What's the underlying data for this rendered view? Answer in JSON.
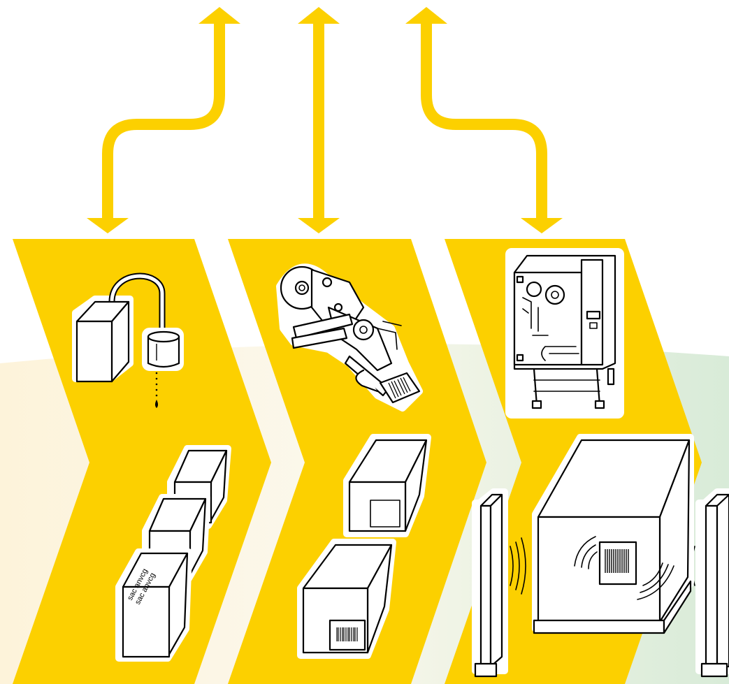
{
  "colors": {
    "chevron": "#fcd000",
    "background_left": "#fdf3da",
    "background_right": "#d8ebd8",
    "outline": "#000000",
    "fill": "#ffffff"
  },
  "arrows": [
    {
      "name": "left-branch-arrow",
      "shape": "curved-double-arrow"
    },
    {
      "name": "center-arrow",
      "shape": "straight-double-arrow"
    },
    {
      "name": "right-branch-arrow",
      "shape": "curved-double-arrow"
    }
  ],
  "stages": [
    {
      "name": "marking-stage",
      "device_icon": "inkjet-printhead-icon",
      "product_icon": "stacked-boxes-icon",
      "box_text": [
        "sac anvcg",
        "sac anvcg"
      ]
    },
    {
      "name": "labelling-stage",
      "device_icon": "label-applicator-icon",
      "product_icon": "labelled-cartons-icon"
    },
    {
      "name": "pallet-stage",
      "device_icon": "print-apply-machine-icon",
      "product_icon": "rfid-pallet-icon"
    }
  ]
}
